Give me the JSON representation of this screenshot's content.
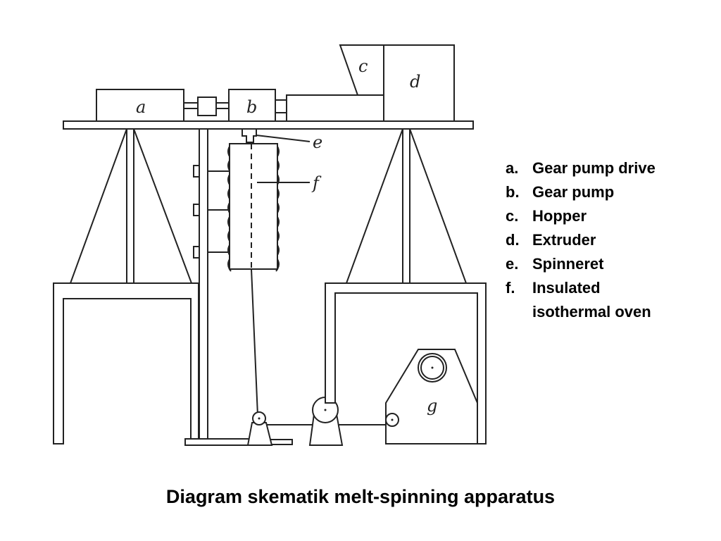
{
  "diagram": {
    "labels": {
      "a": "a",
      "b": "b",
      "c": "c",
      "d": "d",
      "e": "e",
      "f": "f",
      "g": "g"
    }
  },
  "legend": {
    "items": [
      {
        "letter": "a.",
        "text": "Gear pump drive"
      },
      {
        "letter": "b.",
        "text": "Gear pump"
      },
      {
        "letter": "c.",
        "text": "Hopper"
      },
      {
        "letter": "d.",
        "text": "Extruder"
      },
      {
        "letter": "e.",
        "text": "Spinneret"
      },
      {
        "letter": "f.",
        "text": "Insulated isothermal oven"
      }
    ]
  },
  "caption": "Diagram skematik melt-spinning apparatus"
}
